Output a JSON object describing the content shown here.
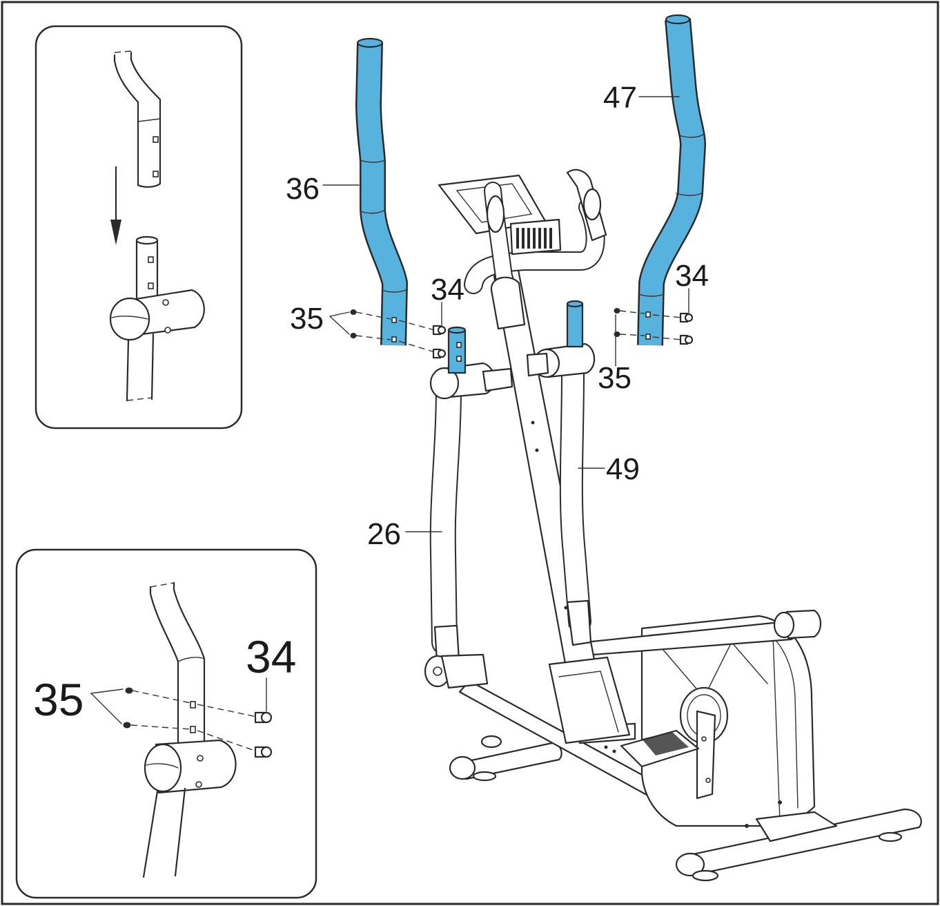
{
  "labels": {
    "handlebar_right_upper": "47",
    "handlebar_left_upper": "36",
    "bolt_left": "34",
    "bolt_right": "34",
    "bolt_inset": "34",
    "washer_left": "35",
    "washer_right": "35",
    "washer_inset": "35",
    "handlebar_right_lower": "49",
    "handlebar_left_lower": "26"
  },
  "colors": {
    "highlight": "#58b2de",
    "outline": "#2a2a2a",
    "background": "#ffffff"
  },
  "icons": {
    "insert_direction": "arrow-down-icon"
  }
}
